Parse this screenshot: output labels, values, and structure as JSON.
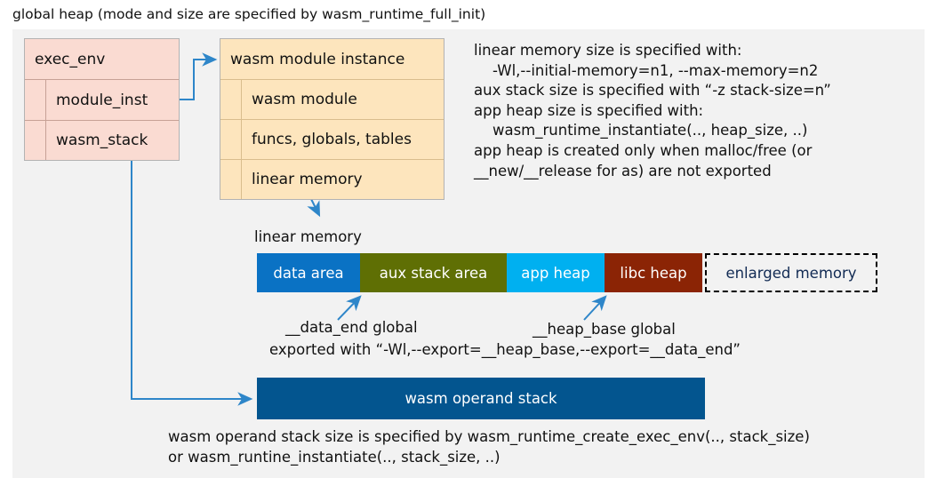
{
  "title": "global heap (mode and size are specified by wasm_runtime_full_init)",
  "colors": {
    "canvas_bg": "#f2f2f2",
    "exec_env_fill": "#fadbd2",
    "module_inst_fill": "#fde5bd",
    "data_area": "#0a72c4",
    "aux_stack_area": "#5f6f04",
    "app_heap": "#00b0f0",
    "libc_heap": "#8b2405",
    "enlarged_memory_text": "#122b54",
    "operand_stack": "#03558f",
    "connector": "#2e86c9"
  },
  "exec_env": {
    "header": "exec_env",
    "fields": [
      {
        "label": "module_inst"
      },
      {
        "label": "wasm_stack"
      }
    ]
  },
  "module_instance": {
    "header": "wasm module instance",
    "fields": [
      {
        "label": "wasm module"
      },
      {
        "label": "funcs, globals, tables"
      },
      {
        "label": "linear memory"
      }
    ]
  },
  "notes": {
    "memory_sizes": "linear memory size is specified with:\n    -Wl,--initial-memory=n1, --max-memory=n2\naux stack size is specified with “-z stack-size=n”\napp heap size is specified with:\n    wasm_runtime_instantiate(.., heap_size, ..)\napp heap is created only when malloc/free (or\n__new/__release for as) are not exported",
    "globals_export": "exported with “-Wl,--export=__heap_base,--export=__data_end”",
    "data_end_global": "__data_end global",
    "heap_base_global": "__heap_base global",
    "operand_stack_note": "wasm operand stack size is specified by wasm_runtime_create_exec_env(.., stack_size)\nor wasm_runtine_instantiate(.., stack_size, ..)"
  },
  "linear_memory": {
    "caption": "linear memory",
    "segments": [
      {
        "label": "data area",
        "color": "#0a72c4",
        "width": 116
      },
      {
        "label": "aux stack area",
        "color": "#5f6f04",
        "width": 165
      },
      {
        "label": "app heap",
        "color": "#00b0f0",
        "width": 110
      },
      {
        "label": "libc heap",
        "color": "#8b2405",
        "width": 110
      },
      {
        "label": "enlarged memory",
        "color": "#f2f2f2",
        "width": 194
      }
    ]
  },
  "operand_stack": {
    "label": "wasm operand stack"
  }
}
